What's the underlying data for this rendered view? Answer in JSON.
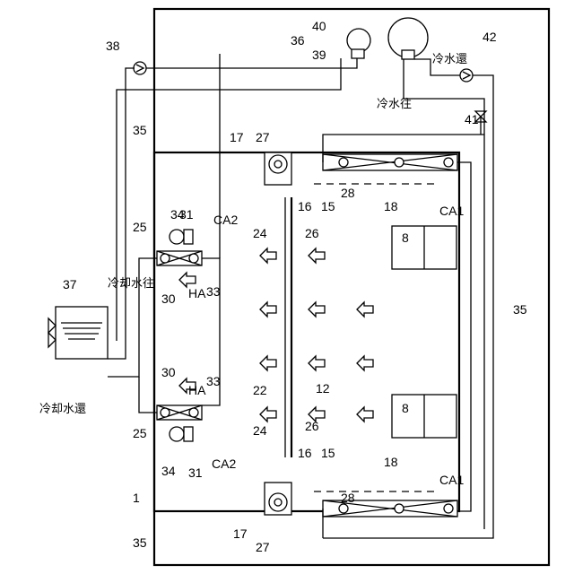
{
  "labels": {
    "n1": "1",
    "n8a": "8",
    "n8b": "8",
    "n12": "12",
    "n15a": "15",
    "n15b": "15",
    "n16a": "16",
    "n16b": "16",
    "n17a": "17",
    "n17b": "17",
    "n18a": "18",
    "n18b": "18",
    "n22": "22",
    "n24a": "24",
    "n24b": "24",
    "n25a": "25",
    "n25b": "25",
    "n26a": "26",
    "n26b": "26",
    "n27a": "27",
    "n27b": "27",
    "n28a": "28",
    "n28b": "28",
    "n30a": "30",
    "n30b": "30",
    "n31a": "31",
    "n31b": "31",
    "n33a": "33",
    "n33b": "33",
    "n34a": "34",
    "n34b": "34",
    "n35a": "35",
    "n35b": "35",
    "n35c": "35",
    "n36": "36",
    "n37": "37",
    "n38": "38",
    "n39": "39",
    "n40": "40",
    "n41": "41",
    "n42": "42",
    "ca1a": "CA1",
    "ca1b": "CA1",
    "ca2a": "CA2",
    "ca2b": "CA2",
    "haa": "HA",
    "hab": "HA"
  },
  "japanese": {
    "cooling_water_supply": "冷却水往",
    "cooling_water_return": "冷却水還",
    "chilled_water_supply": "冷水往",
    "chilled_water_return": "冷水還"
  }
}
